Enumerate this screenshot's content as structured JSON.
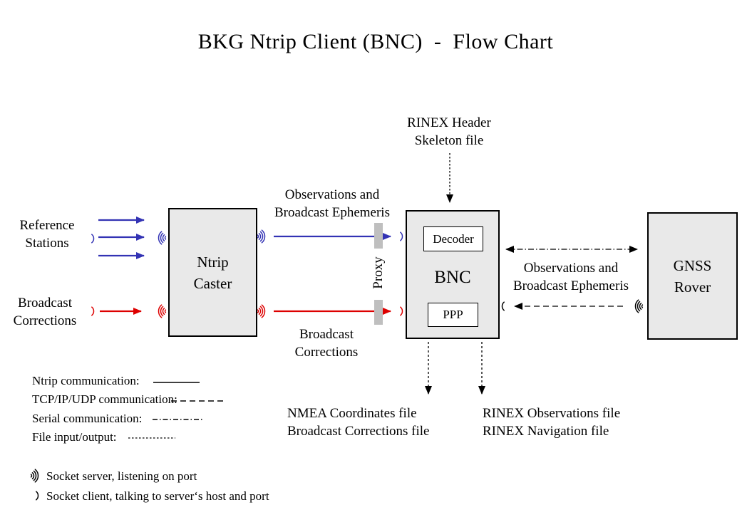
{
  "title": "BKG Ntrip Client (BNC)  -  Flow Chart",
  "boxes": {
    "ntrip_caster": "Ntrip\nCaster",
    "bnc": "BNC",
    "decoder": "Decoder",
    "ppp": "PPP",
    "gnss_rover": "GNSS\nRover"
  },
  "labels": {
    "reference_stations": "Reference\nStations",
    "broadcast_corrections_input": "Broadcast\nCorrections",
    "observations_mid": "Observations and\nBroadcast Ephemeris",
    "broadcast_corrections_mid": "Broadcast\nCorrections",
    "rinex_header_skeleton": "RINEX Header\nSkeleton file",
    "observations_right": "Observations and\nBroadcast Ephemeris",
    "proxy": "Proxy",
    "nmea_outputs": "NMEA Coordinates file\nBroadcast Corrections file",
    "rinex_outputs": "RINEX Observations file\nRINEX Navigation file"
  },
  "legend": {
    "ntrip": "Ntrip communication:",
    "tcp": "TCP/IP/UDP communication:",
    "serial": "Serial communication:",
    "file": "File input/output:",
    "socket_server": "Socket server, listening on port",
    "socket_client": "Socket client, talking to server‘s host and port"
  },
  "icons": {
    "socket_server": ")))",
    "socket_client": ")"
  },
  "colors": {
    "ntrip_blue": "#3333B4",
    "corrections_red": "#DD0000",
    "black": "#000000",
    "box_fill": "#E9E9E9",
    "proxy_gray": "#BFBFBF"
  }
}
